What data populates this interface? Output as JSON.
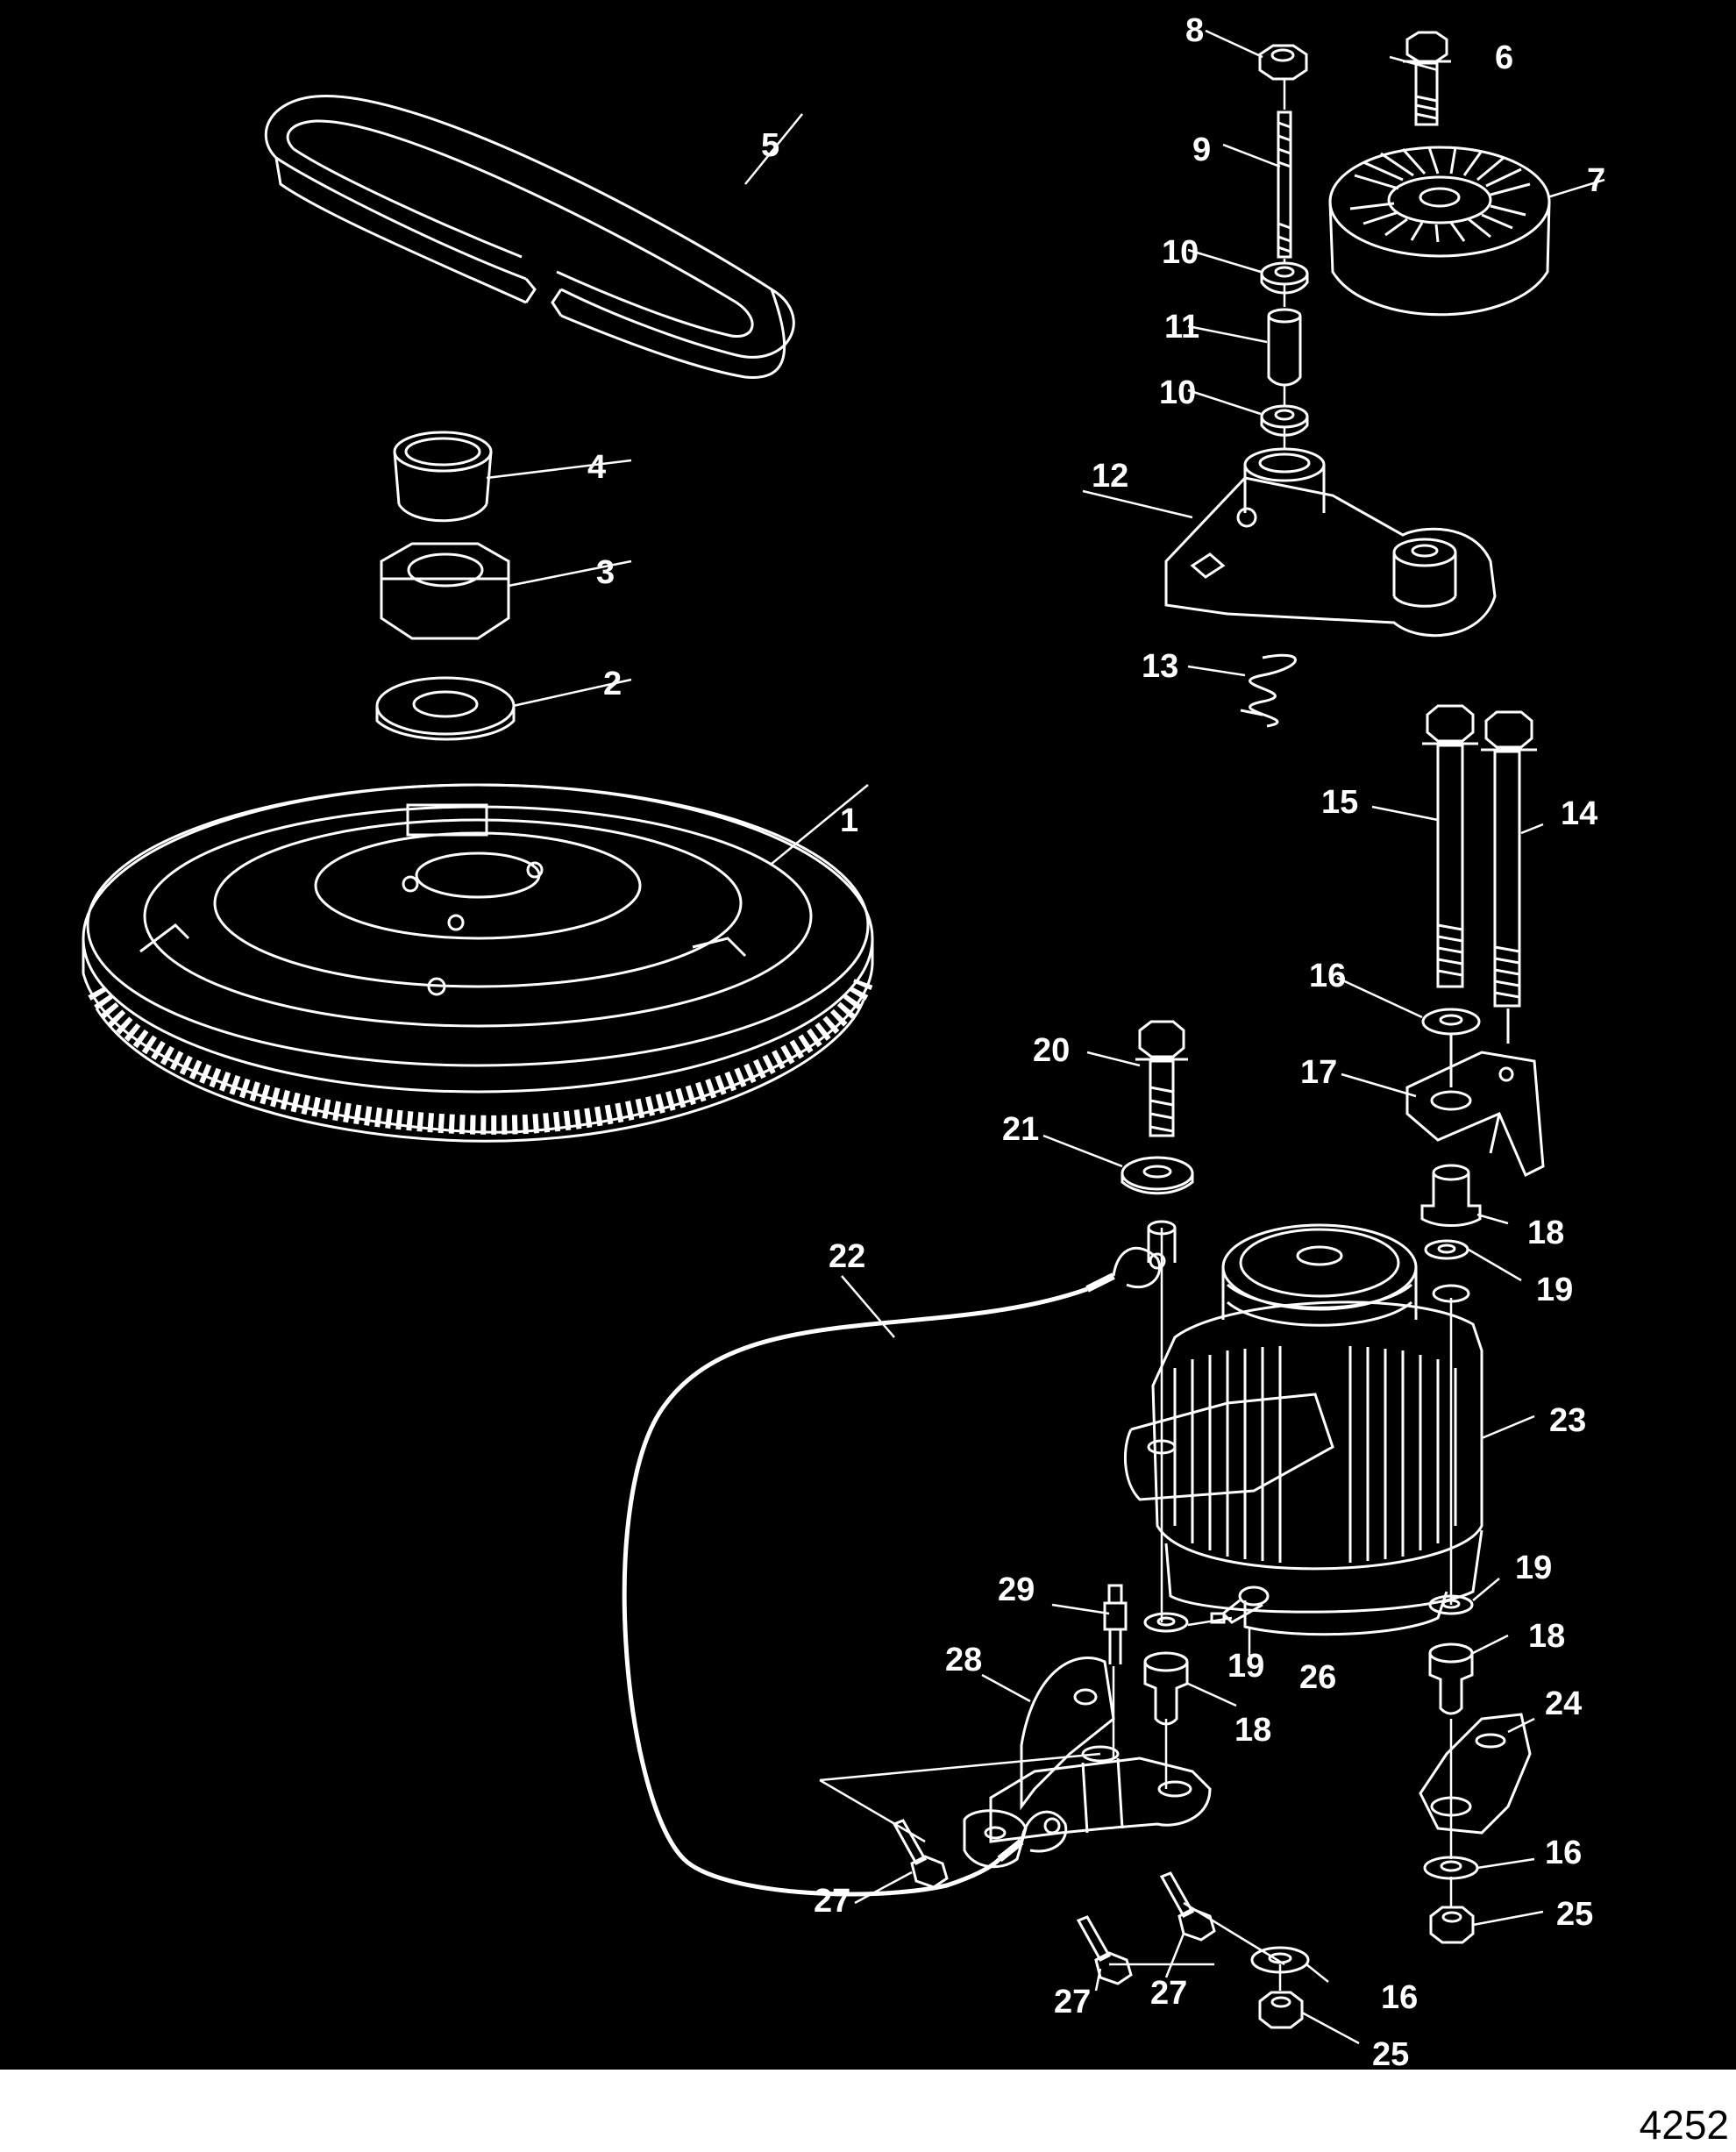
{
  "figure_number": "4252",
  "colors": {
    "background": "#000000",
    "line": "#ffffff",
    "page": "#ffffff"
  },
  "callouts": {
    "c1": "1",
    "c2": "2",
    "c3": "3",
    "c4": "4",
    "c5": "5",
    "c6": "6",
    "c7": "7",
    "c8": "8",
    "c9": "9",
    "c10a": "10",
    "c10b": "10",
    "c11": "11",
    "c12": "12",
    "c13": "13",
    "c14": "14",
    "c15": "15",
    "c16a": "16",
    "c16b": "16",
    "c16c": "16",
    "c17": "17",
    "c18a": "18",
    "c18b": "18",
    "c18c": "18",
    "c19a": "19",
    "c19b": "19",
    "c19c": "19",
    "c20": "20",
    "c21": "21",
    "c22": "22",
    "c23": "23",
    "c24": "24",
    "c25a": "25",
    "c25b": "25",
    "c26": "26",
    "c27a": "27",
    "c27b": "27",
    "c27c": "27",
    "c28": "28",
    "c29": "29"
  }
}
